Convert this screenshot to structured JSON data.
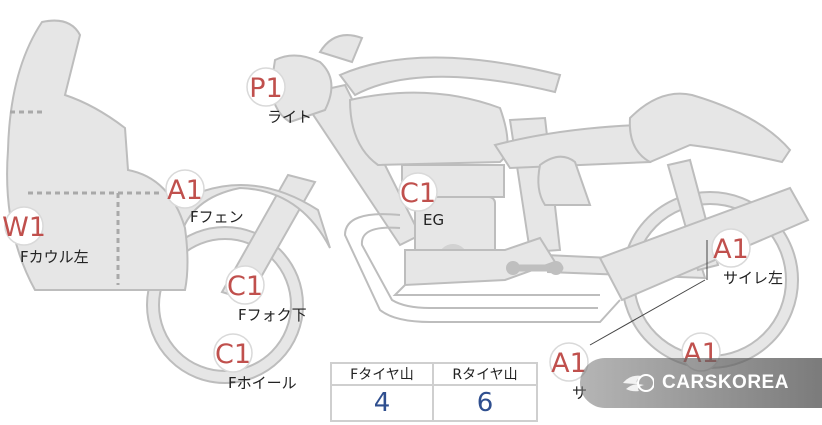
{
  "parts": {
    "headlight": {
      "code": "P1",
      "label": "ライト"
    },
    "front_fender": {
      "code": "A1",
      "label": "Fフェン"
    },
    "front_cowl_left": {
      "code": "W1",
      "label": "Fカウル左"
    },
    "engine": {
      "code": "C1",
      "label": "EG"
    },
    "front_fork_lower": {
      "code": "C1",
      "label": "Fフォク下"
    },
    "front_wheel": {
      "code": "C1",
      "label": "Fホイール"
    },
    "silencer_left": {
      "code": "A1",
      "label": "サイレ左"
    },
    "rear_badge_a": {
      "code": "A1",
      "label": "サ"
    },
    "rear_badge_b": {
      "code": "A1",
      "label": ""
    }
  },
  "tread_table": {
    "front_header": "Fタイヤ山",
    "rear_header": "Rタイヤ山",
    "front_value": "4",
    "rear_value": "6"
  },
  "watermark": {
    "text": "CARSKOREA"
  },
  "colors": {
    "body_fill": "#e6e6e6",
    "outline": "#bdbdbd",
    "badge_text": "#c0504d",
    "value_text": "#2f4f8f",
    "dashed_line": "#a9a9a9"
  }
}
